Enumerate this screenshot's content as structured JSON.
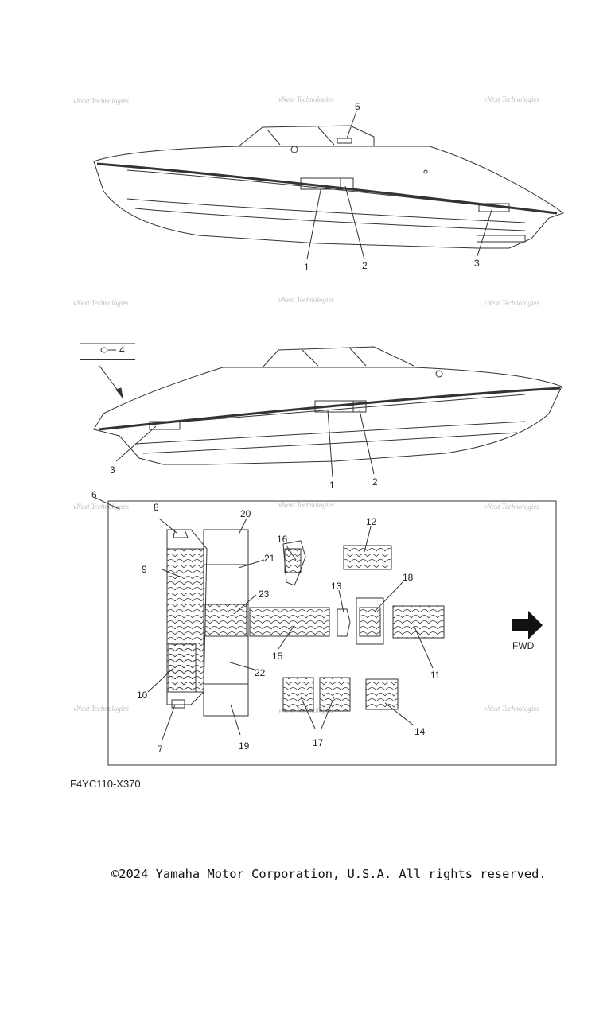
{
  "diagram": {
    "watermark": "vNext Technologies",
    "callouts": {
      "top_1": "1",
      "top_2": "2",
      "top_3": "3",
      "top_5": "5",
      "mid_1": "1",
      "mid_2": "2",
      "mid_3": "3",
      "mid_4": "4",
      "p6": "6",
      "p7": "7",
      "p8": "8",
      "p9": "9",
      "p10": "10",
      "p11": "11",
      "p12": "12",
      "p13": "13",
      "p14": "14",
      "p15": "15",
      "p16": "16",
      "p17": "17",
      "p18": "18",
      "p19": "19",
      "p20": "20",
      "p21": "21",
      "p22": "22",
      "p23": "23"
    },
    "fwd_label": "FWD",
    "drawing_code": "F4YC110-X370"
  },
  "footer": {
    "copyright": "©2024 Yamaha Motor Corporation, U.S.A. All rights reserved."
  }
}
